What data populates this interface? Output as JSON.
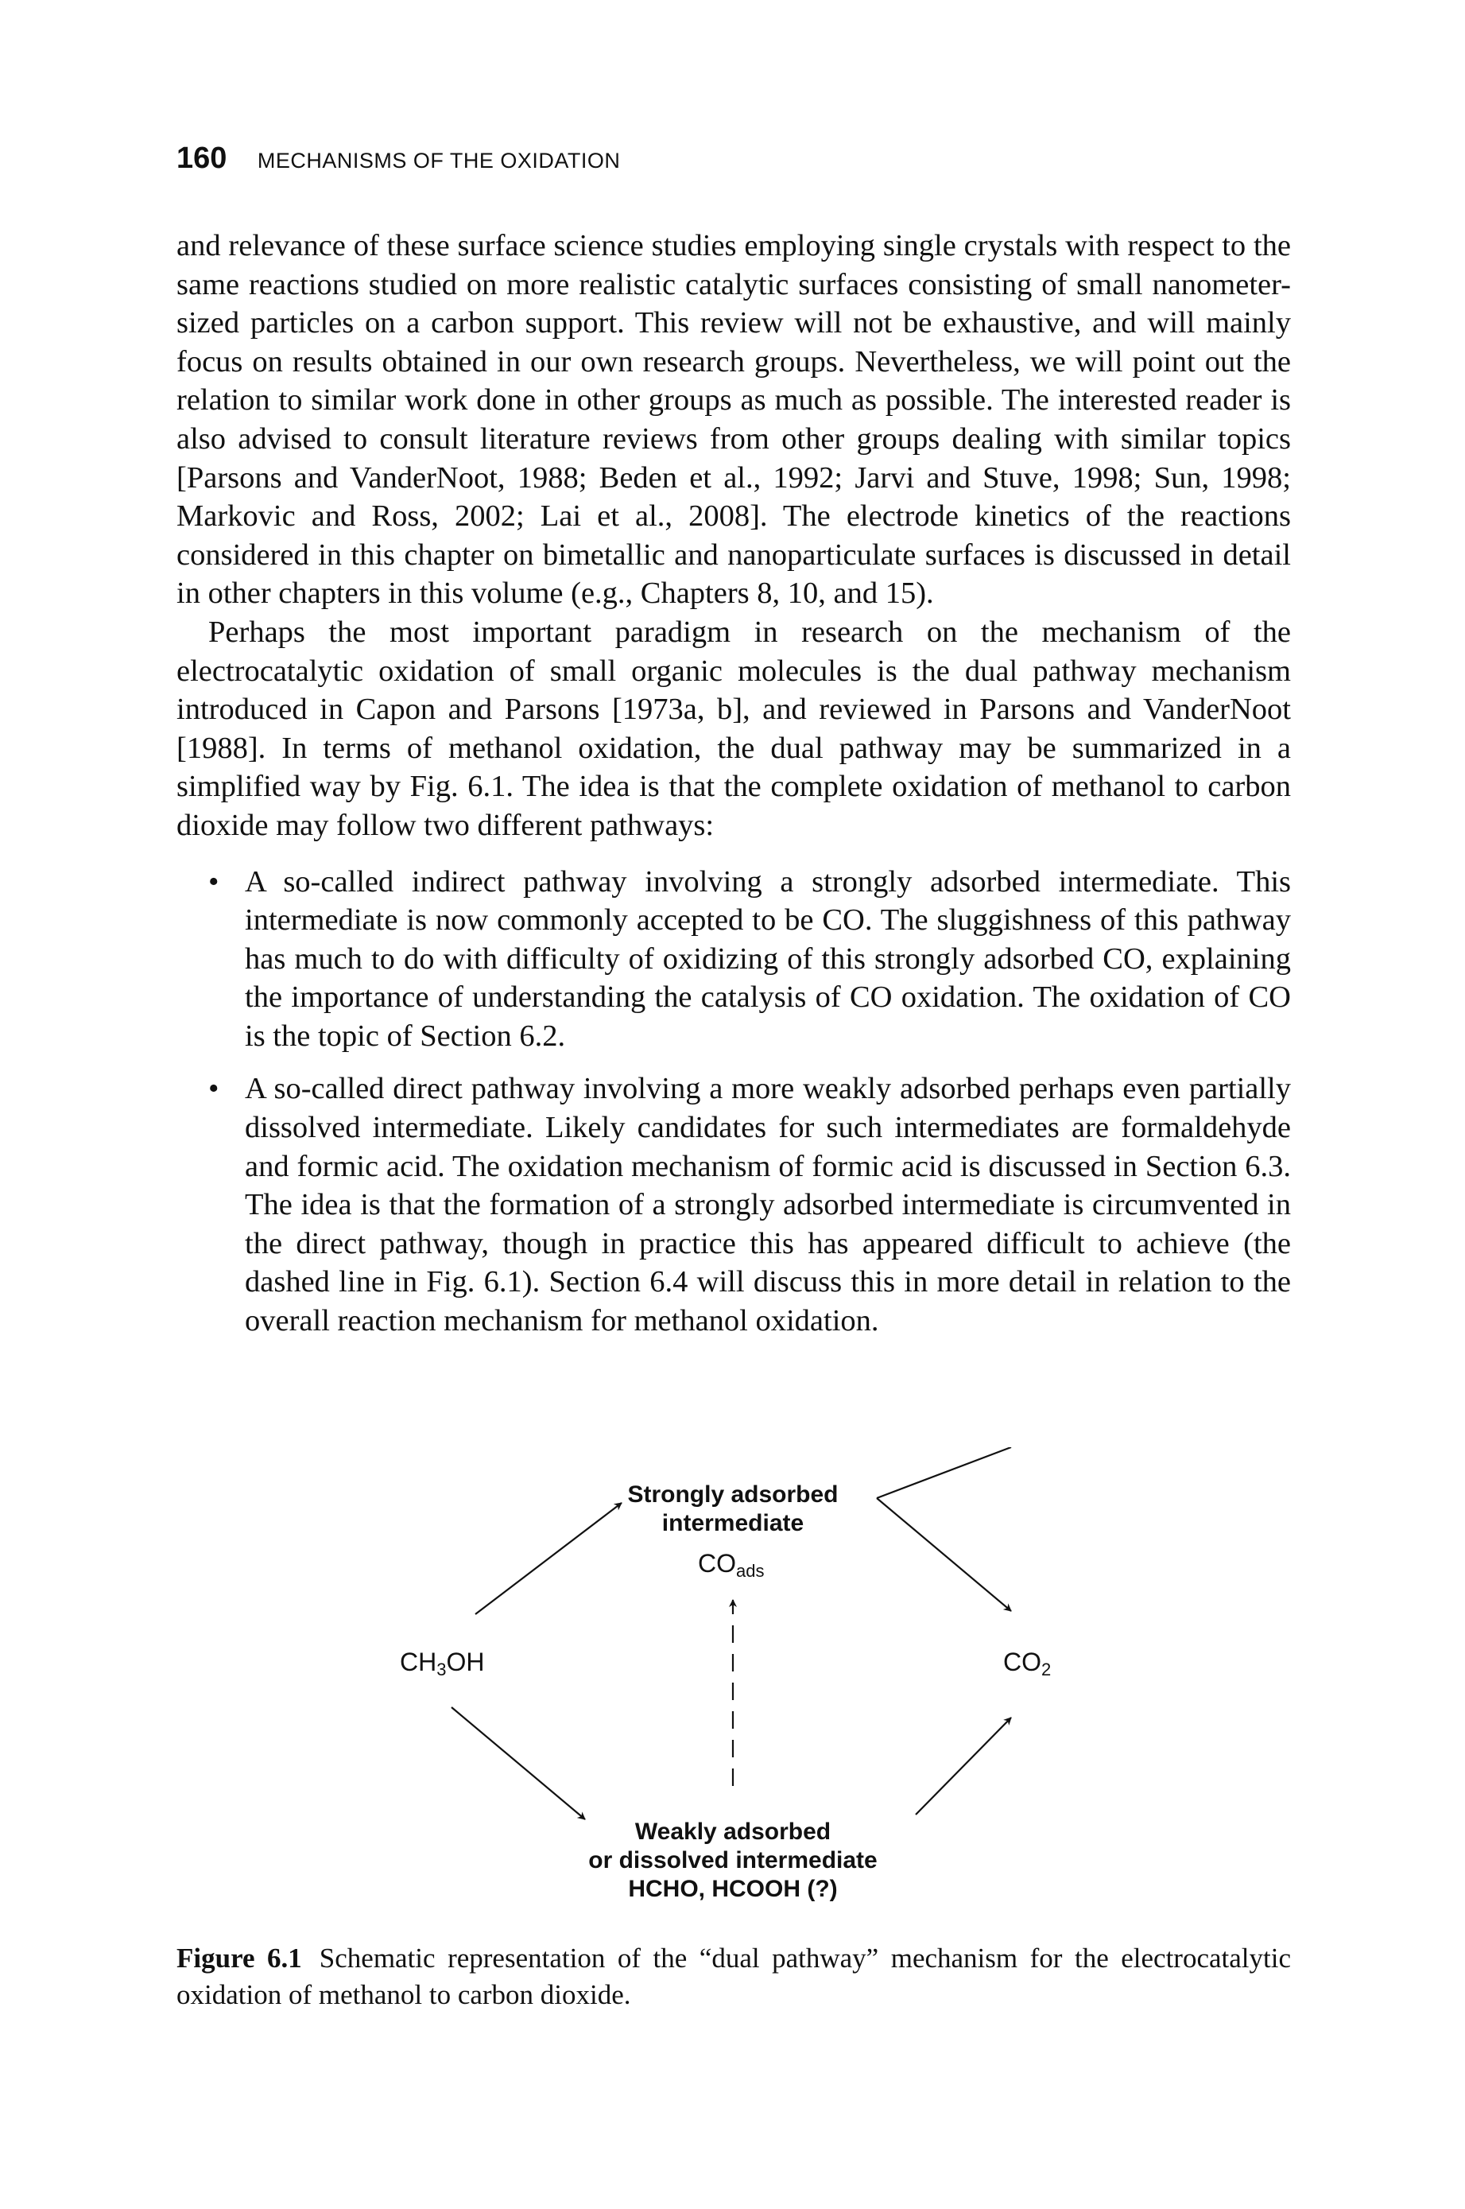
{
  "header": {
    "page_number": "160",
    "running_title": "MECHANISMS OF THE OXIDATION"
  },
  "paragraphs": [
    "and relevance of these surface science studies employing single crystals with respect to the same reactions studied on more realistic catalytic surfaces consisting of small nanometer-sized particles on a carbon support. This review will not be exhaustive, and will mainly focus on results obtained in our own research groups. Nevertheless, we will point out the relation to similar work done in other groups as much as possible. The interested reader is also advised to consult literature reviews from other groups dealing with similar topics [Parsons and VanderNoot, 1988; Beden et al., 1992; Jarvi and Stuve, 1998; Sun, 1998; Markovic and Ross, 2002; Lai et al., 2008]. The electrode kinetics of the reactions considered in this chapter on bimetallic and nanoparticulate surfaces is discussed in detail in other chapters in this volume (e.g., Chapters 8, 10, and 15).",
    "Perhaps the most important paradigm in research on the mechanism of the electrocatalytic oxidation of small organic molecules is the dual pathway mechanism introduced in Capon and Parsons [1973a, b], and reviewed in Parsons and VanderNoot [1988]. In terms of methanol oxidation, the dual pathway may be summarized in a simplified way by Fig. 6.1. The idea is that the complete oxidation of methanol to carbon dioxide may follow two different pathways:"
  ],
  "bullets": [
    "A so-called indirect pathway involving a strongly adsorbed intermediate. This intermediate is now commonly accepted to be CO. The sluggishness of this pathway has much to do with difficulty of oxidizing of this strongly adsorbed CO, explaining the importance of understanding the catalysis of CO oxidation. The oxidation of CO is the topic of Section 6.2.",
    "A so-called direct pathway involving a more weakly adsorbed perhaps even partially dissolved intermediate. Likely candidates for such intermediates are formaldehyde and formic acid. The oxidation mechanism of formic acid is discussed in Section 6.3. The idea is that the formation of a strongly adsorbed intermediate is circumvented in the direct pathway, though in practice this has appeared difficult to achieve (the dashed line in Fig. 6.1). Section 6.4 will discuss this in more detail in relation to the overall reaction mechanism for methanol oxidation."
  ],
  "figure": {
    "top_label_line1": "Strongly adsorbed",
    "top_label_line2": "intermediate",
    "top_species": "CO",
    "top_species_sub": "ads",
    "left_species_a": "CH",
    "left_species_sub": "3",
    "left_species_b": "OH",
    "right_species": "CO",
    "right_species_sub": "2",
    "bottom_label_line1": "Weakly adsorbed",
    "bottom_label_line2": "or dissolved intermediate",
    "bottom_label_line3": "HCHO, HCOOH (?)"
  },
  "caption": {
    "label": "Figure 6.1",
    "text": "Schematic representation of the “dual pathway” mechanism for the electrocatalytic oxidation of methanol to carbon dioxide."
  }
}
